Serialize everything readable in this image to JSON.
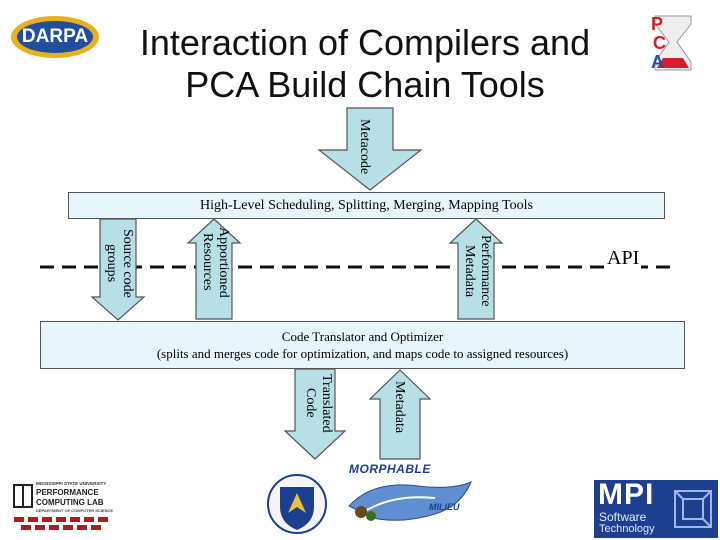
{
  "slide": {
    "title_line1": "Interaction of Compilers and",
    "title_line2": "PCA Build Chain Tools"
  },
  "logos": {
    "darpa": "DARPA",
    "pca_letters": [
      "P",
      "C",
      "A"
    ],
    "msu_line1": "MISSISSIPPI STATE UNIVERSITY",
    "msu_line2": "PERFORMANCE",
    "msu_line3": "COMPUTING LAB",
    "msu_line4": "DEPARTMENT OF COMPUTER SCIENCE",
    "morphable": "MORPHABLE",
    "milieu": "MILIEU",
    "mpi_line1": "MPI",
    "mpi_line2": "Software",
    "mpi_line3": "Technology"
  },
  "diagram": {
    "metacode": "Metacode",
    "scheduling_box": "High-Level Scheduling, Splitting, Merging, Mapping Tools",
    "source_groups": "Source code groups",
    "apportioned": "Apportioned Resources",
    "perf_metadata": "Performance Metadata",
    "api": "API",
    "translator_line1": "Code Translator and Optimizer",
    "translator_line2": "(splits and merges code for optimization, and maps code to assigned resources)",
    "translated_code": "Translated Code",
    "metadata": "Metadata"
  },
  "colors": {
    "arrow_fill": "#b7dfe6",
    "box_fill": "#e6f6fb",
    "darpa_blue": "#1f4f9e",
    "pca_red": "#d0202a",
    "mpi_blue": "#1c3f8f"
  }
}
